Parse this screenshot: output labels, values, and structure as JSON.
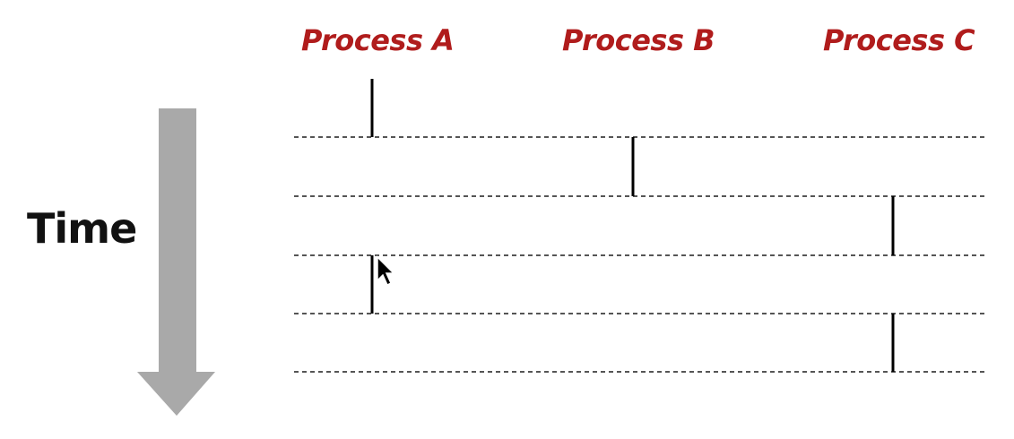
{
  "processes": [
    "Process A",
    "Process B",
    "Process C"
  ],
  "time_label": "Time",
  "schedule": [
    {
      "slice": 0,
      "process": "Process A"
    },
    {
      "slice": 1,
      "process": "Process B"
    },
    {
      "slice": 2,
      "process": "Process C"
    },
    {
      "slice": 3,
      "process": "Process A"
    },
    {
      "slice": 4,
      "process": "Process C"
    }
  ],
  "colors": {
    "process_label": "#b01c1c",
    "time_arrow": "#a9a9a9",
    "dashed_line": "#555555",
    "execution_bar": "#000000"
  },
  "icons": {
    "cursor": "mouse-pointer-icon"
  }
}
